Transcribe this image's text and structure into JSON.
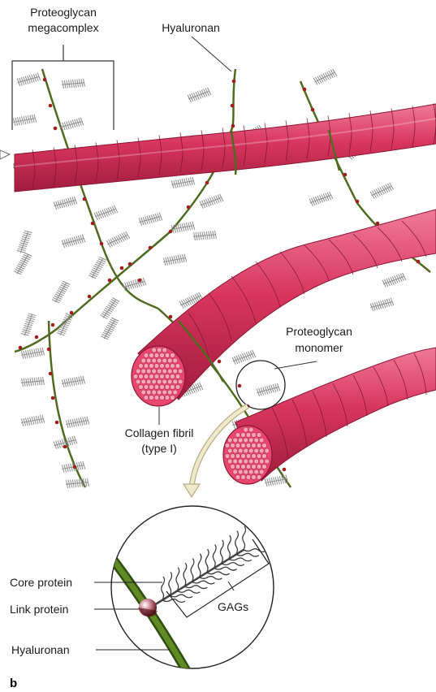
{
  "figure": {
    "panel_letter": "b",
    "labels": {
      "megacomplex_line1": "Proteoglycan",
      "megacomplex_line2": "megacomplex",
      "hyaluronan_top": "Hyaluronan",
      "monomer_line1": "Proteoglycan",
      "monomer_line2": "monomer",
      "collagen_line1": "Collagen fibril",
      "collagen_line2": "(type I)",
      "core_protein": "Core protein",
      "link_protein": "Link protein",
      "gags": "GAGs",
      "hyaluronan_bottom": "Hyaluronan"
    },
    "colors": {
      "fibril": "#d8355e",
      "fibril_dark": "#a8203f",
      "fibril_light": "#ef6f8f",
      "hyaluronan": "#4f6b1f",
      "link": "#8c1a1a",
      "gag": "#8a8a8a",
      "arrow": "#e6e0c0"
    }
  }
}
